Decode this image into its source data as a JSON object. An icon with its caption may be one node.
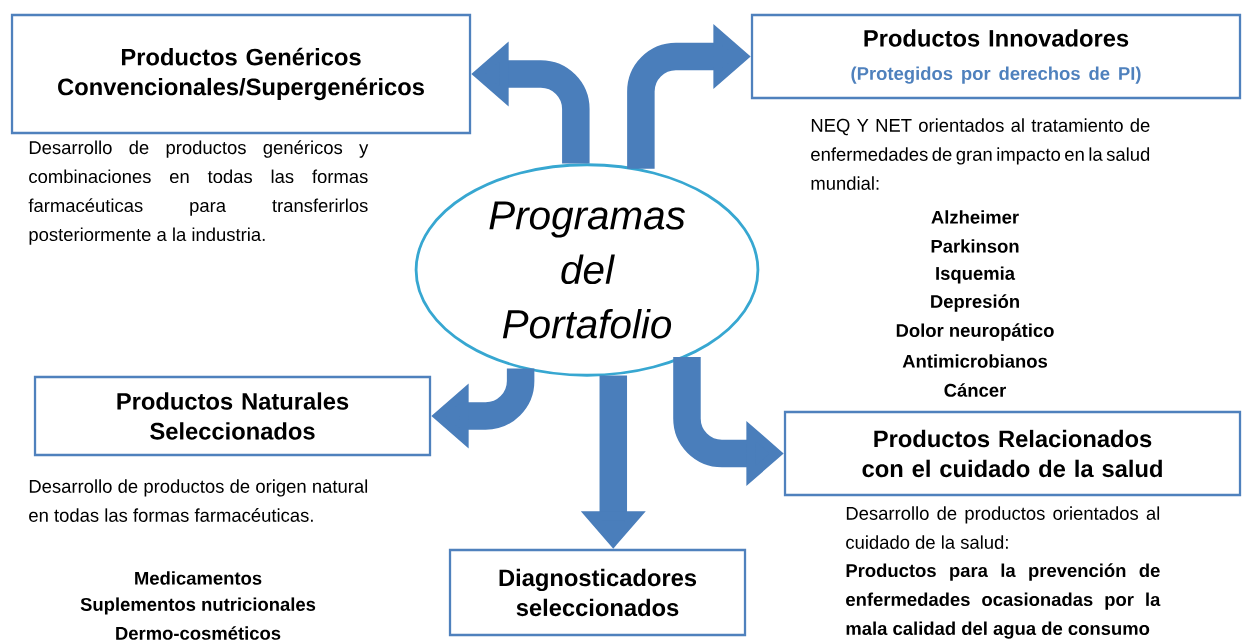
{
  "diagram": {
    "nodes": [
      {
        "text": [
          "Programas del Portafolio"
        ]
      },
      {
        "text": [
          "Productos Genéricos Convencionales/Supergenéricos"
        ],
        "beside": [
          "Desarrollo de productos genéricos y combinaciones en todas las formas farmacéuticas para transferirlos posteriormente a la industria."
        ]
      },
      {
        "text": [
          "Productos Innovadores",
          "(Protegidos por derechos de PI)"
        ],
        "beside": [
          "NEQ Y NET orientados al tratamiento de enfermedades de gran impacto en la salud mundial:",
          "Alzheimer",
          "Parkinson",
          "Isquemia",
          "Depresión",
          "Dolor neuropático",
          "Antimicrobianos",
          "Cáncer"
        ]
      },
      {
        "text": [
          "Productos Naturales Seleccionados"
        ],
        "beside": [
          "Desarrollo de productos de origen natural en todas las formas farmacéuticas.",
          "Medicamentos",
          "Suplementos nutricionales",
          "Dermo-cosméticos"
        ]
      },
      {
        "text": [
          "Diagnosticadores seleccionados"
        ]
      },
      {
        "text": [
          "Productos Relacionados con el cuidado de la salud"
        ],
        "beside": [
          "Desarrollo de productos orientados al cuidado de la salud:",
          "Productos para la prevención de enfermedades ocasionadas por la mala calidad del agua de consumo"
        ]
      }
    ],
    "edges": [
      {
        "from": 0,
        "to": 1,
        "arrow": "to"
      },
      {
        "from": 0,
        "to": 2,
        "arrow": "to"
      },
      {
        "from": 0,
        "to": 3,
        "arrow": "to"
      },
      {
        "from": 0,
        "to": 4,
        "arrow": "to"
      },
      {
        "from": 0,
        "to": 5,
        "arrow": "to"
      }
    ]
  }
}
